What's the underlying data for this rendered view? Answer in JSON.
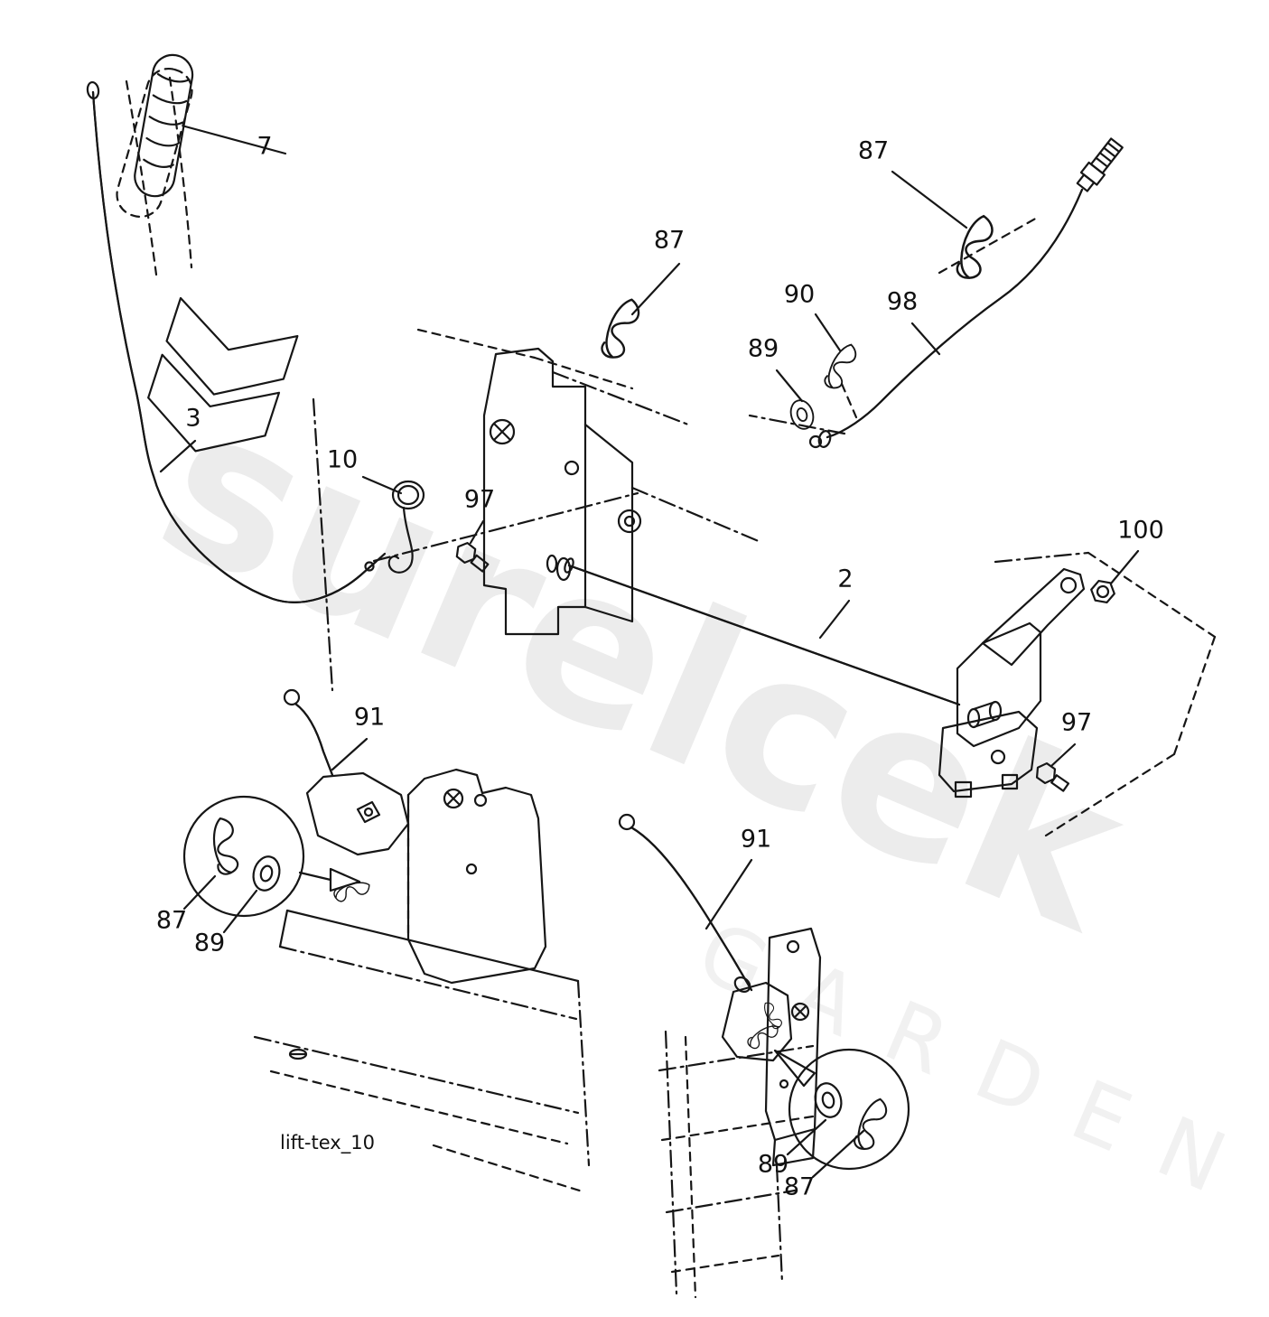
{
  "diagram": {
    "caption": "lift-tex_10",
    "watermark": {
      "word": "surelcek",
      "word2": "GARDEN",
      "color": "#ececec"
    },
    "colors": {
      "line": "#161616",
      "background": "#ffffff",
      "detail_circle": "#111111"
    },
    "labels": {
      "l7": "7",
      "l87_topright": "87",
      "l87_center": "87",
      "l90": "90",
      "l98": "98",
      "l89_top": "89",
      "l3": "3",
      "l10": "10",
      "l97_left": "97",
      "l2": "2",
      "l100": "100",
      "l97_right": "97",
      "l91_left": "91",
      "l87_detail_left": "87",
      "l89_detail_left": "89",
      "l91_right": "91",
      "l89_bottom": "89",
      "l87_bottom": "87"
    },
    "part_numbers_visible": [
      "2",
      "3",
      "7",
      "10",
      "87",
      "89",
      "90",
      "91",
      "97",
      "98",
      "100"
    ]
  }
}
